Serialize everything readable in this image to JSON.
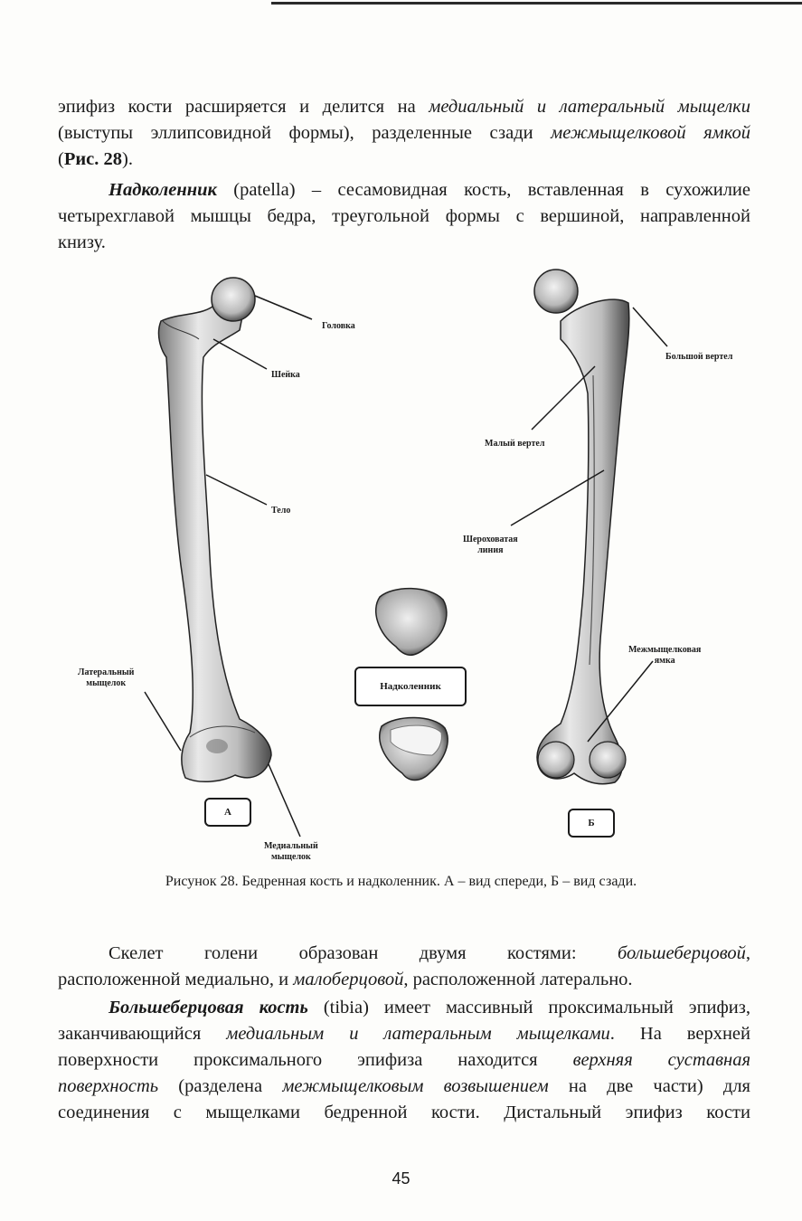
{
  "para1": {
    "l1a": "эпифиз кости расширяется и делится на ",
    "l1b": "медиальный и латеральный мыщелки",
    "l2a": "(выступы эллипсовидной формы), разделенные сзади ",
    "l2b": "межмыщелковой ямкой",
    "l3a": "(",
    "l3b": "Рис. 28",
    "l3c": ")."
  },
  "para2": {
    "term": "Надколенник",
    "l1": " (patella) – сесамовидная кость, вставленная в сухожилие",
    "l2": "четырехглавой мышцы бедра, треугольной формы с вершиной, направленной",
    "l3": "книзу."
  },
  "figure": {
    "labels": {
      "golovka": "Головка",
      "sheika": "Шейка",
      "telo": "Тело",
      "lat1": "Латеральный",
      "lat2": "мыщелок",
      "med1": "Медиальный",
      "med2": "мыщелок",
      "bolshoi": "Большой вертел",
      "maly": "Малый вертел",
      "sher1": "Шероховатая",
      "sher2": "линия",
      "mezh1": "Межмыщелковая",
      "mezh2": "ямка",
      "nadkolennik": "Надколенник",
      "A": "А",
      "B": "Б"
    },
    "caption": "Рисунок 28. Бедренная кость и надколенник. А – вид спереди, Б – вид сзади."
  },
  "para3": {
    "l1a": "Скелет голени образован двумя костями: ",
    "l1b": "большеберцовой",
    "l1c": ",",
    "l2a": "расположенной медиально, и ",
    "l2b": "малоберцовой",
    "l2c": ", расположенной латерально."
  },
  "para4": {
    "term": "Большеберцовая кость",
    "l1": " (tibia) имеет массивный проксимальный эпифиз,",
    "l2a": "заканчивающийся ",
    "l2b": "медиальным и латеральным мыщелками",
    "l2c": ". На верхней",
    "l3a": "поверхности проксимального эпифиза находится ",
    "l3b": "верхняя суставная",
    "l4a": "поверхность",
    "l4b": " (разделена ",
    "l4c": "межмыщелковым возвышением",
    "l4d": " на две части) для",
    "l5": "соединения с мыщелками бедренной кости. Дистальный эпифиз кости"
  },
  "page_number": "45"
}
